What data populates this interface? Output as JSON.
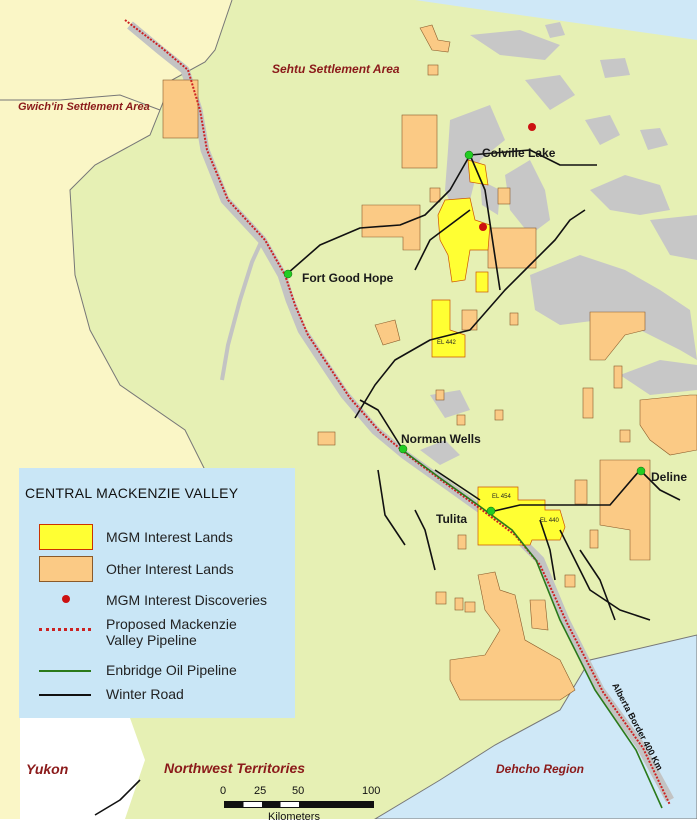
{
  "map": {
    "colors": {
      "nwt_land": "#e6f0b4",
      "yukon_land": "#faf6c6",
      "water": "#c7c7c7",
      "dehcho": "#cfe8f7",
      "mgm_lands": "#ffff33",
      "other_lands": "#fbca85",
      "discovery": "#cc1111",
      "proposed_pipeline": "#cc2222",
      "enbridge_pipeline": "#2a7a1a",
      "winter_road": "#111111"
    },
    "regions": {
      "sahtu": "Sehtu Settlement Area",
      "gwichin": "Gwich'in Settlement Area",
      "yukon": "Yukon",
      "nwt": "Northwest Territories",
      "dehcho": "Dehcho Region"
    },
    "towns": {
      "colville_lake": "Colville Lake",
      "fort_good_hope": "Fort Good Hope",
      "norman_wells": "Norman Wells",
      "tulita": "Tulita",
      "deline": "Deline"
    },
    "parcels": {
      "el442": "EL 442",
      "el454": "EL 454",
      "el440": "EL 440"
    },
    "border_label": "Alberta Border 400 Km"
  },
  "legend": {
    "title": "CENTRAL  MACKENZIE VALLEY",
    "items": [
      {
        "label": "MGM Interest Lands"
      },
      {
        "label": "Other Interest Lands"
      },
      {
        "label": "MGM Interest Discoveries"
      },
      {
        "label": "Proposed Mackenzie\nValley Pipeline"
      },
      {
        "label": "Enbridge Oil Pipeline"
      },
      {
        "label": "Winter Road"
      }
    ]
  },
  "scale": {
    "ticks": [
      "0",
      "25",
      "50",
      "100"
    ],
    "unit": "Kilometers"
  }
}
